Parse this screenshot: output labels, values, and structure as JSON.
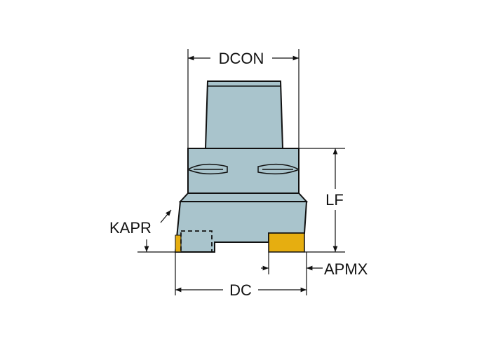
{
  "labels": {
    "dcon": "DCON",
    "lf": "LF",
    "kapr": "KAPR",
    "apmx": "APMX",
    "dc": "DC"
  },
  "colors": {
    "body_fill": "#a9c4cc",
    "insert_fill": "#e6ae10",
    "outline": "#111111",
    "background": "#ffffff"
  }
}
